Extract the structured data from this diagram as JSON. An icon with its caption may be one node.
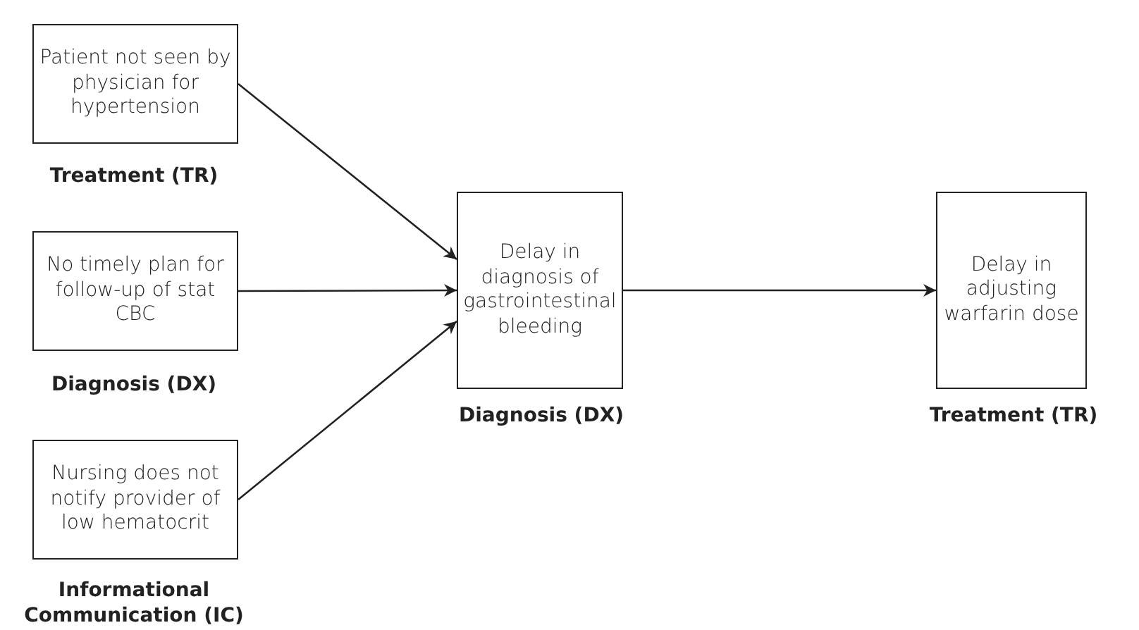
{
  "diagram": {
    "nodes": [
      {
        "text": [
          "Patient not seen by physician for hypertension"
        ],
        "beside": [
          "Treatment (TR)"
        ]
      },
      {
        "text": [
          "No timely plan for follow-up of stat CBC"
        ],
        "beside": [
          "Diagnosis (DX)"
        ]
      },
      {
        "text": [
          "Nursing does not notify provider of low hematocrit"
        ],
        "beside": [
          "Informational Communication (IC)"
        ]
      },
      {
        "text": [
          "Delay in diagnosis of gastrointestinal bleeding"
        ],
        "beside": [
          "Diagnosis (DX)"
        ]
      },
      {
        "text": [
          "Delay in adjusting warfarin dose"
        ],
        "beside": [
          "Treatment (TR)"
        ]
      }
    ],
    "edges": [
      {
        "from": 0,
        "to": 3,
        "arrow": "to"
      },
      {
        "from": 1,
        "to": 3,
        "arrow": "to"
      },
      {
        "from": 2,
        "to": 3,
        "arrow": "to"
      },
      {
        "from": 3,
        "to": 4,
        "arrow": "to"
      }
    ]
  }
}
